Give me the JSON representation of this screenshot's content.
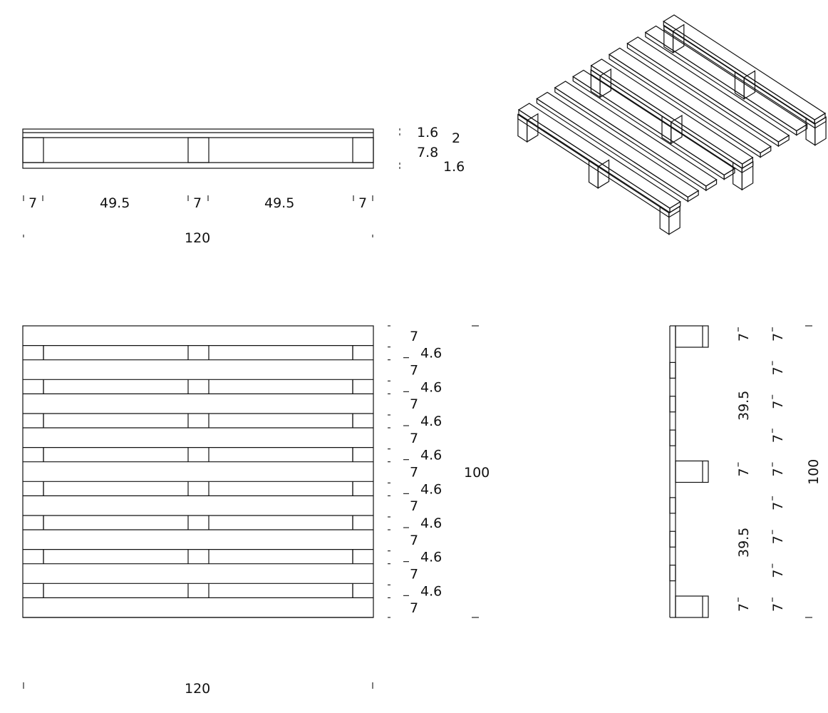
{
  "views": {
    "front": {
      "name": "front-view",
      "dims": {
        "overall_width": "120",
        "block_width": "7",
        "gap": "49.5",
        "top_board": "1.6",
        "block_height": "7.8",
        "bottom_board": "1.6",
        "stringer": "2"
      }
    },
    "top": {
      "name": "top-view",
      "deck_board_width": "7",
      "gap_width": "4.6",
      "overall_depth": "100",
      "overall_width": "120",
      "board_count": 9
    },
    "side": {
      "name": "side-view",
      "block_width": "7",
      "span": "39.5",
      "overall_depth": "100"
    },
    "iso": {
      "name": "isometric-view"
    }
  }
}
